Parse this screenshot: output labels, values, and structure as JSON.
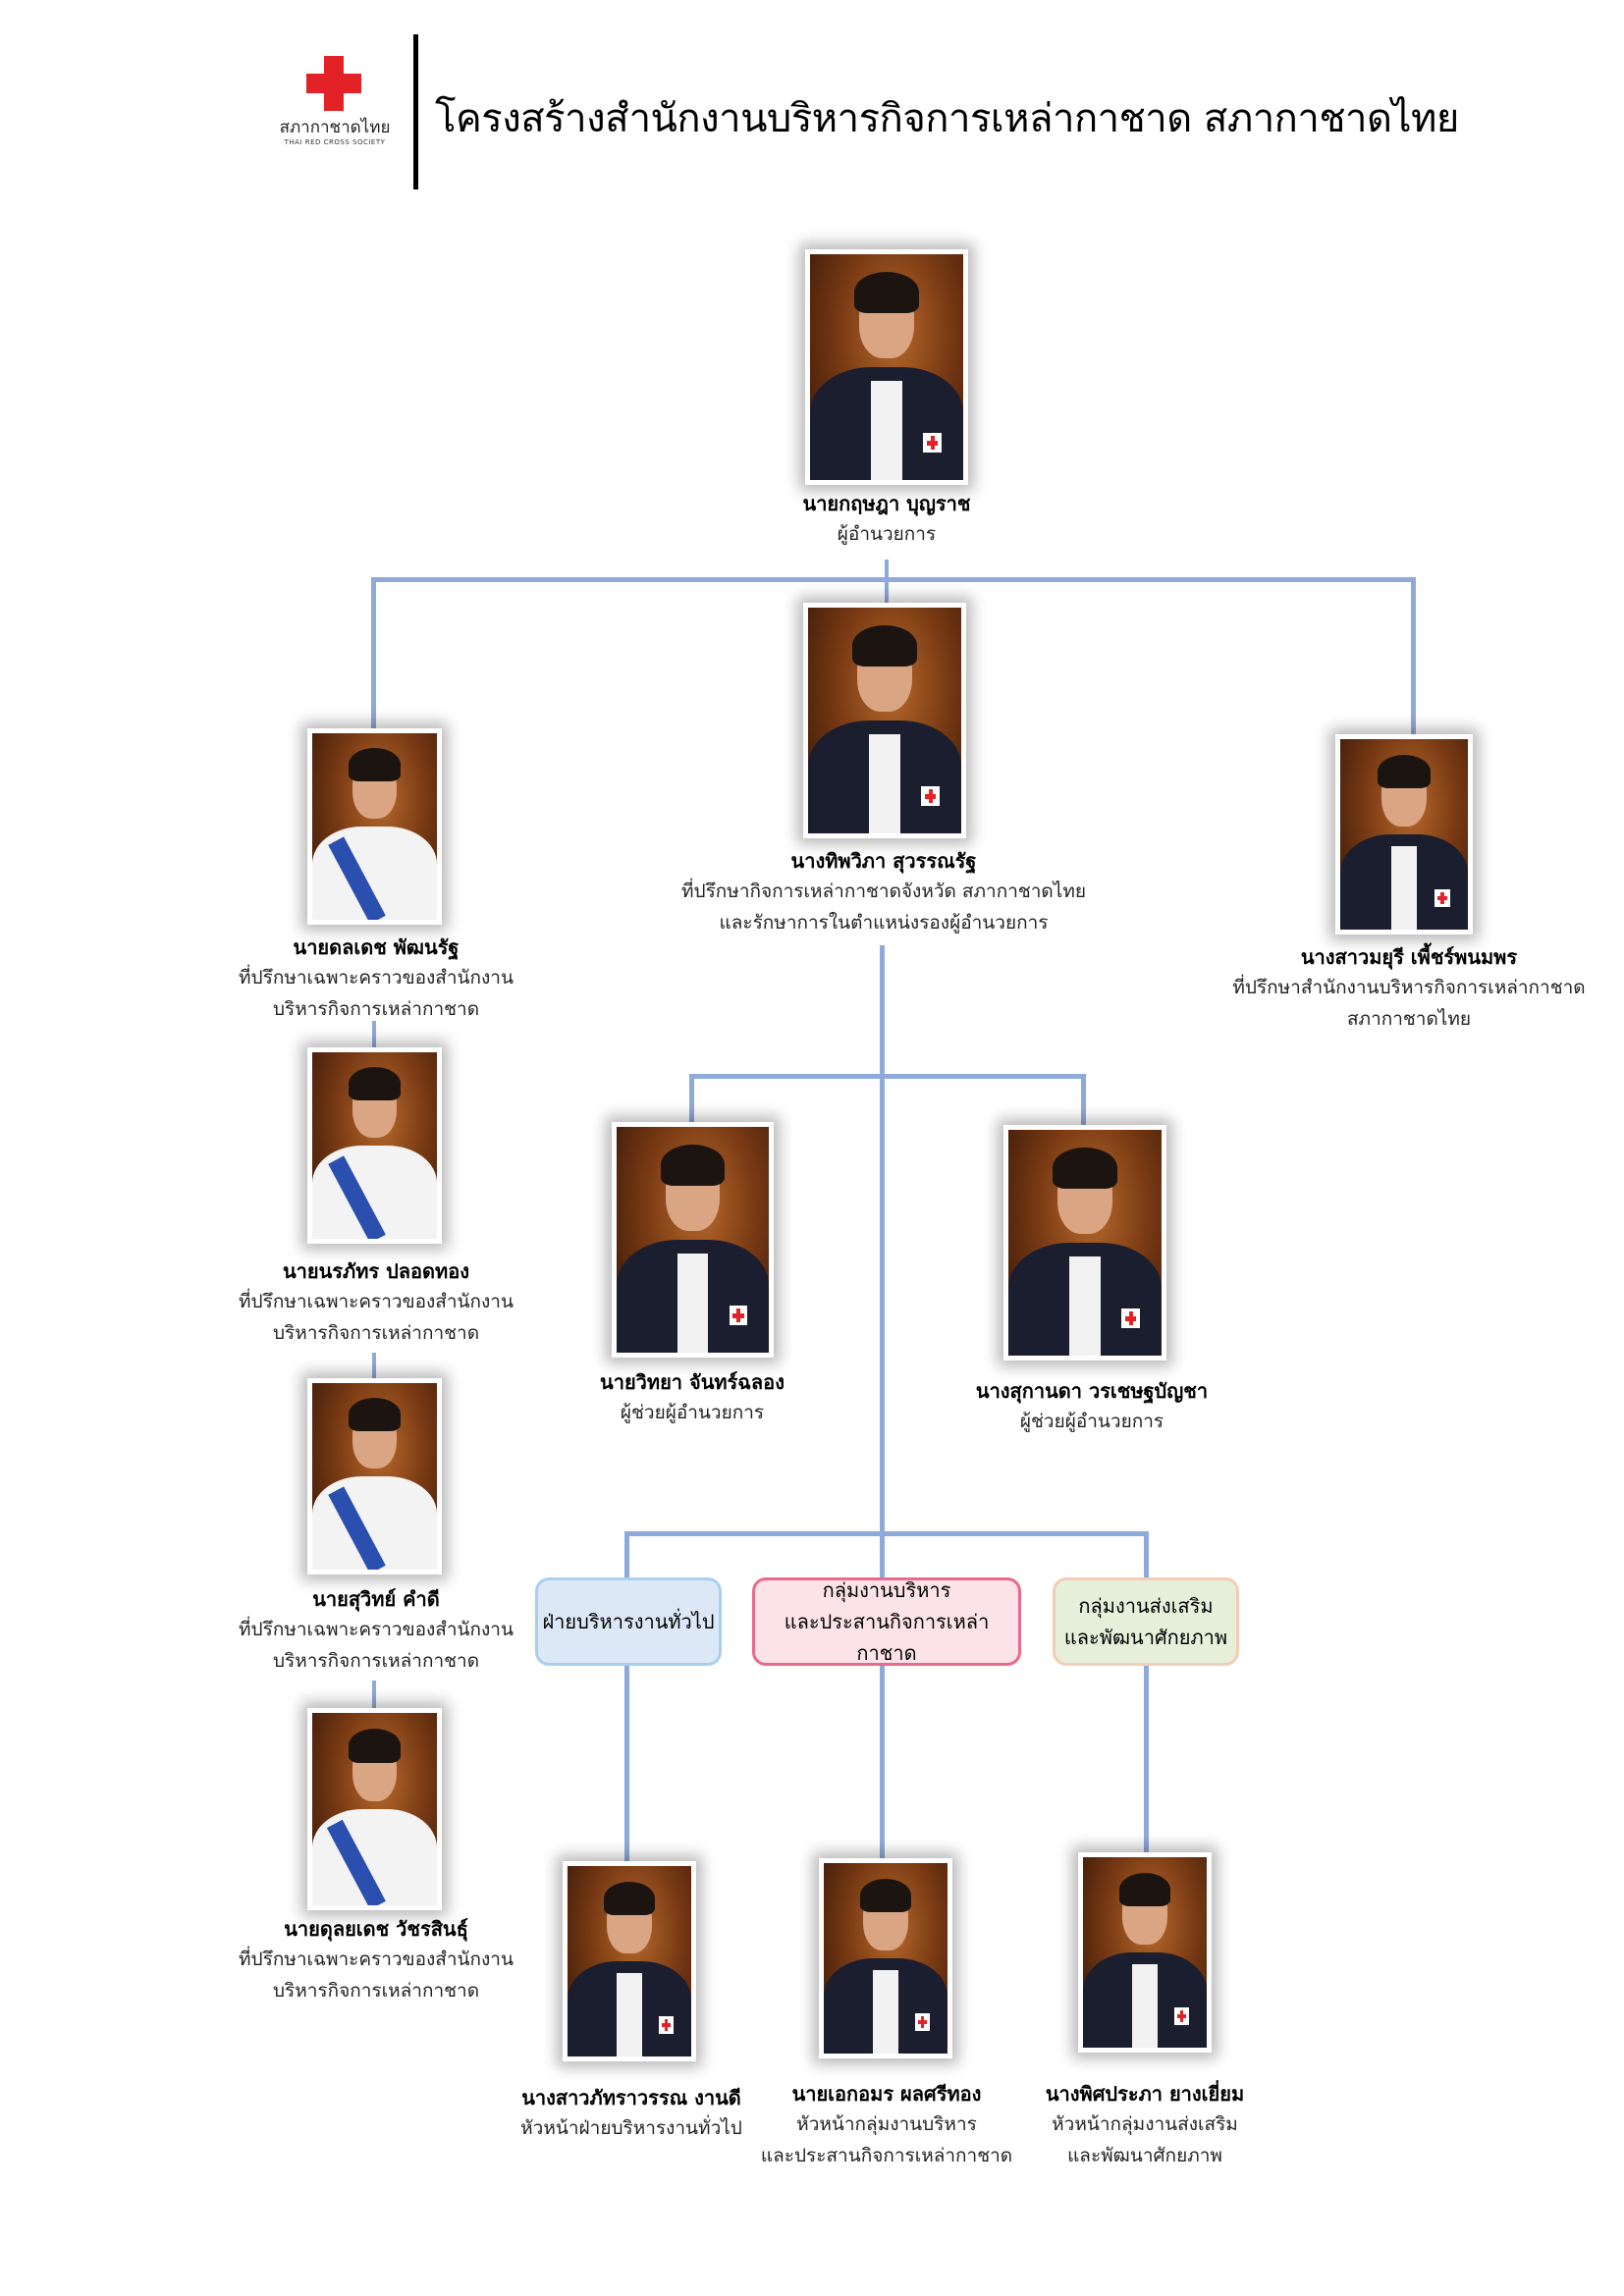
{
  "header": {
    "logo_icon": "red-cross-icon",
    "logo_text_th": "สภากาชาดไทย",
    "logo_text_en": "THAI RED CROSS SOCIETY",
    "title": "โครงสร้างสำนักงานบริหารกิจการเหล่ากาชาด สภากาชาดไทย"
  },
  "colors": {
    "connector": "#8eaadb",
    "red_cross": "#e32227",
    "unit_general_fill": "#dde8f6",
    "unit_general_border": "#a9cff0",
    "unit_admin_fill": "#fce3ea",
    "unit_admin_border": "#e86a8c",
    "unit_promo_fill": "#e6efda",
    "unit_promo_border": "#f3cdb5"
  },
  "director": {
    "name": "นายกฤษฎา บุญราช",
    "role": [
      "ผู้อำนวยการ"
    ]
  },
  "deputy": {
    "name": "นางทิพวิภา สุวรรณรัฐ",
    "role": [
      "ที่ปรึกษากิจการเหล่ากาชาดจังหวัด สภากาชาดไทย",
      "และรักษาการในตำแหน่งรองผู้อำนวยการ"
    ]
  },
  "office_advisor": {
    "name": "นางสาวมยุรี เพี้ชร์พนมพร",
    "role": [
      "ที่ปรึกษาสำนักงานบริหารกิจการเหล่ากาชาด",
      "สภากาชาดไทย"
    ]
  },
  "special_advisors": [
    {
      "name": "นายดลเดช พัฒนรัฐ",
      "role": [
        "ที่ปรึกษาเฉพาะคราวของสำนักงาน",
        "บริหารกิจการเหล่ากาชาด"
      ]
    },
    {
      "name": "นายนรภัทร ปลอดทอง",
      "role": [
        "ที่ปรึกษาเฉพาะคราวของสำนักงาน",
        "บริหารกิจการเหล่ากาชาด"
      ]
    },
    {
      "name": "นายสุวิทย์ คำดี",
      "role": [
        "ที่ปรึกษาเฉพาะคราวของสำนักงาน",
        "บริหารกิจการเหล่ากาชาด"
      ]
    },
    {
      "name": "นายดุลยเดช วัชรสินธุ์",
      "role": [
        "ที่ปรึกษาเฉพาะคราวของสำนักงาน",
        "บริหารกิจการเหล่ากาชาด"
      ]
    }
  ],
  "assistants": [
    {
      "name": "นายวิทยา จันทร์ฉลอง",
      "role": [
        "ผู้ช่วยผู้อำนวยการ"
      ]
    },
    {
      "name": "นางสุกานดา วรเชษฐบัญชา",
      "role": [
        "ผู้ช่วยผู้อำนวยการ"
      ]
    }
  ],
  "units": [
    {
      "label": [
        "ฝ่ายบริหารงานทั่วไป"
      ]
    },
    {
      "label": [
        "กลุ่มงานบริหาร",
        "และประสานกิจการเหล่ากาชาด"
      ]
    },
    {
      "label": [
        "กลุ่มงานส่งเสริม",
        "และพัฒนาศักยภาพ"
      ]
    }
  ],
  "unit_heads": [
    {
      "name": "นางสาวภัทราวรรณ งานดี",
      "role": [
        "หัวหน้าฝ่ายบริหารงานทั่วไป"
      ]
    },
    {
      "name": "นายเอกอมร ผลศรีทอง",
      "role": [
        "หัวหน้ากลุ่มงานบริหาร",
        "และประสานกิจการเหล่ากาชาด"
      ]
    },
    {
      "name": "นางพิศประภา ยางเยี่ยม",
      "role": [
        "หัวหน้ากลุ่มงานส่งเสริม",
        "และพัฒนาศักยภาพ"
      ]
    }
  ]
}
